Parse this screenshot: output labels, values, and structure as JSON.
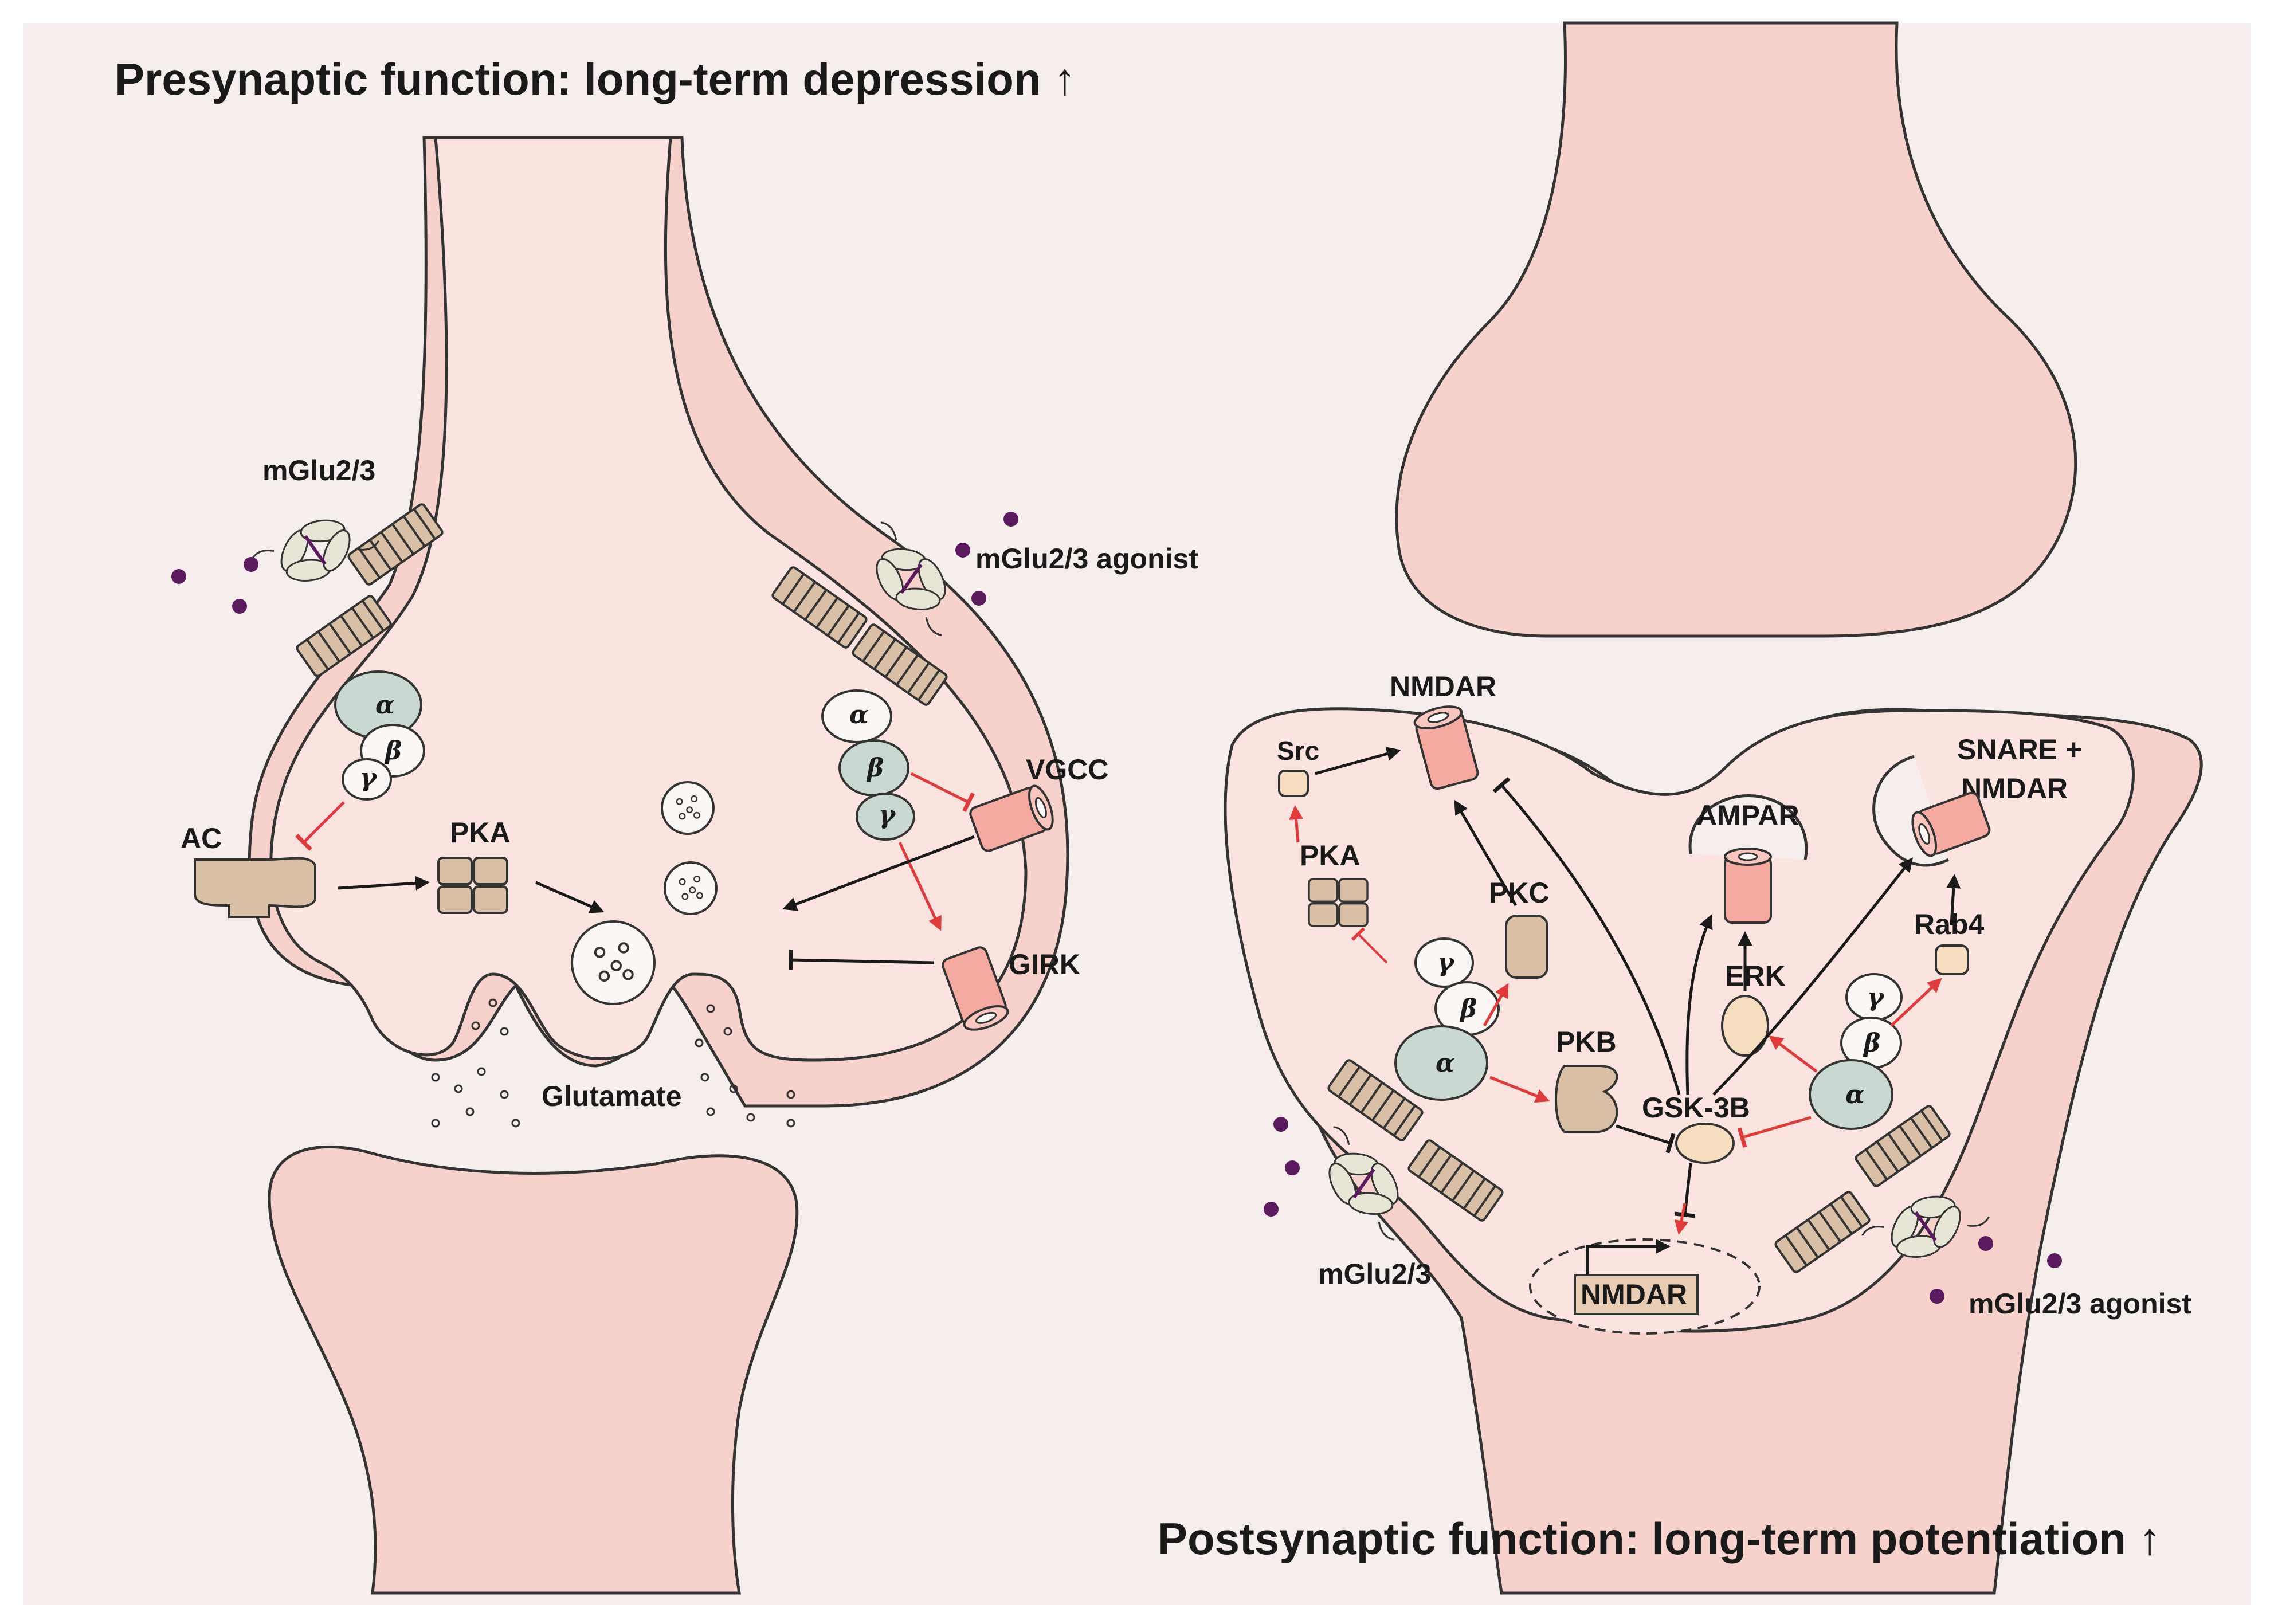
{
  "titles": {
    "presynaptic": "Presynaptic function: long-term depression ↑",
    "postsynaptic": "Postsynaptic function: long-term potentiation ↑"
  },
  "presynaptic_labels": {
    "receptor": "mGlu2/3",
    "agonist": "mGlu2/3 agonist",
    "ac": "AC",
    "pka": "PKA",
    "vgcc": "VGCC",
    "girk": "GIRK",
    "glutamate": "Glutamate"
  },
  "postsynaptic_labels": {
    "nmdar": "NMDAR",
    "src": "Src",
    "pka": "PKA",
    "pkc": "PKC",
    "pkb": "PKB",
    "gsk3b": "GSK-3B",
    "ampar": "AMPAR",
    "erk": "ERK",
    "snare_line1": "SNARE +",
    "snare_line2": "NMDAR",
    "rab4": "Rab4",
    "nucleus_gene": "NMDAR",
    "receptor": "mGlu2/3",
    "agonist": "mGlu2/3 agonist"
  },
  "gprotein_subunits": {
    "alpha": "α",
    "beta": "β",
    "gamma": "γ"
  },
  "colors": {
    "background": "#f6eded",
    "cell_fill": "#fbe4e0",
    "cell_fill_dark": "#f7d2cc",
    "receptor": "#d9bfa6",
    "g_alpha": "#c9d9d2",
    "channel": "#f4aaa0",
    "kinase": "#f7ddc0",
    "ligand": "#5b1a5e",
    "activation_red": "#e03a3a",
    "arrow_black": "#1a1a1a"
  }
}
